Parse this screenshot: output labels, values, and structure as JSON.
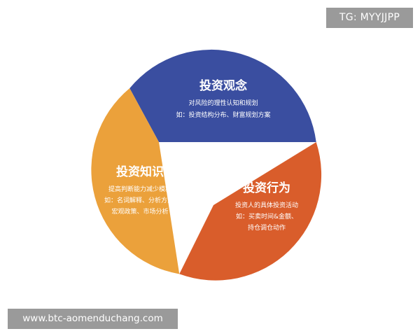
{
  "watermark": {
    "tg": "TG: MYYJJPP",
    "url": "www.btc-aomenduchang.com"
  },
  "diagram": {
    "colors": {
      "concept": "#3a4ea0",
      "behavior": "#d95d2b",
      "knowledge": "#eba13b",
      "center": "#ffffff"
    },
    "concept": {
      "title": "投资观念",
      "line1": "对风险的理性认知和规划",
      "line2": "如：投资结构分布、财富规划方案"
    },
    "behavior": {
      "title": "投资行为",
      "line1": "投资人的具体投资活动",
      "line2": "如：买卖时间&金额、",
      "line3": "持仓调仓动作"
    },
    "knowledge": {
      "title": "投资知识",
      "line1": "提高判断能力减少模糊",
      "line2": "如：名词解释、分析方法、",
      "line3": "宏观政策、市场分析"
    }
  }
}
